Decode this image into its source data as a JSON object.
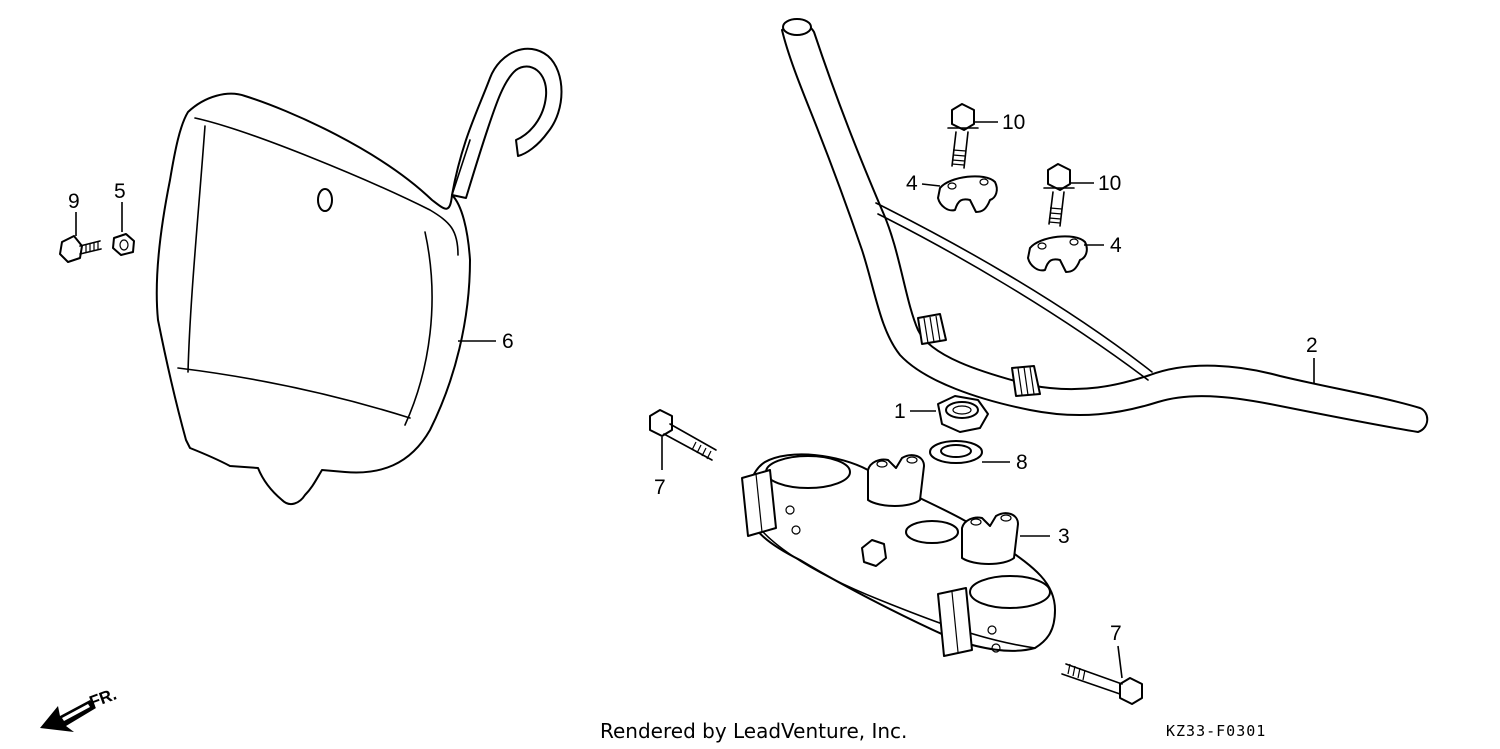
{
  "callouts": {
    "c1": "1",
    "c2": "2",
    "c3": "3",
    "c4a": "4",
    "c4b": "4",
    "c5": "5",
    "c6": "6",
    "c7a": "7",
    "c7b": "7",
    "c8": "8",
    "c9": "9",
    "c10a": "10",
    "c10b": "10"
  },
  "direction": {
    "label": "FR.",
    "icon": "front-direction-arrow-icon"
  },
  "footer": {
    "credit": "Rendered by LeadVenture, Inc.",
    "diagram_code": "KZ33-F0301"
  },
  "colors": {
    "line": "#000000",
    "background": "#ffffff"
  }
}
